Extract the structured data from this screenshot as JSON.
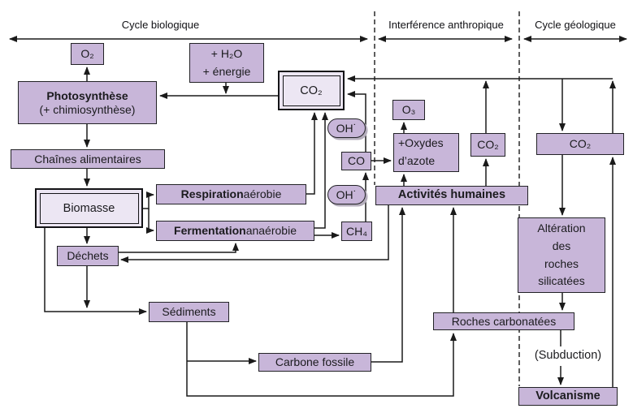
{
  "diagram": {
    "sections": {
      "biologique": {
        "label": "Cycle biologique"
      },
      "anthropique": {
        "label": "Interférence anthropique"
      },
      "geologique": {
        "label": "Cycle géologique"
      }
    },
    "nodes": {
      "o2": {
        "label": "O₂"
      },
      "eau_energie": {
        "line1": "+ H₂O",
        "line2": "+ énergie"
      },
      "photosynthese": {
        "line1": "Photosynthèse",
        "line2": "(+ chimiosynthèse)"
      },
      "co2_atmosphere": {
        "label": "CO₂"
      },
      "chaines_alimentaires": {
        "label": "Chaînes alimentaires"
      },
      "biomasse": {
        "label": "Biomasse"
      },
      "respiration": {
        "bold": "Respiration",
        "rest": " aérobie"
      },
      "fermentation": {
        "bold": "Fermentation",
        "rest": " anaérobie"
      },
      "dechets": {
        "label": "Déchets"
      },
      "sediments": {
        "label": "Sédiments"
      },
      "carbone_fossile": {
        "label": "Carbone fossile"
      },
      "oh_radical_1": {
        "label": "OH˙"
      },
      "oh_radical_2": {
        "label": "OH˙"
      },
      "co": {
        "label": "CO"
      },
      "ch4": {
        "label": "CH₄"
      },
      "o3": {
        "label": "O₃"
      },
      "oxydes_azote": {
        "line1": "+Oxydes",
        "line2": "d’azote"
      },
      "co2_anthropique": {
        "label": "CO₂"
      },
      "activites_humaines": {
        "label": "Activités humaines"
      },
      "co2_geologique": {
        "label": "CO₂"
      },
      "alteration": {
        "line1": "Altération",
        "line2": "des",
        "line3": "roches",
        "line4": "silicatées"
      },
      "roches_carbonatees": {
        "label": "Roches carbonatées"
      },
      "subduction": {
        "label": "(Subduction)"
      },
      "volcanisme": {
        "label": "Volcanisme"
      }
    },
    "colors": {
      "node_fill": "#c8b6d9",
      "node_fill_light": "#ece6f3",
      "line": "#1a1a1a"
    }
  }
}
